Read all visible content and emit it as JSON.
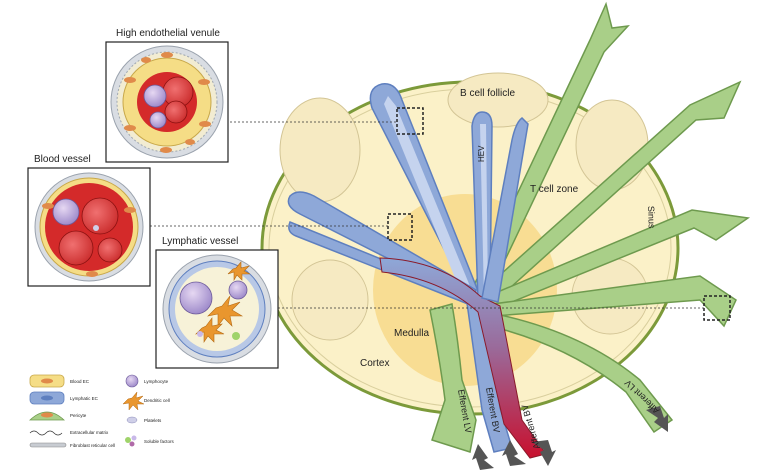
{
  "colors": {
    "node_fill": "#fbf1c8",
    "node_stroke": "#7c9a3a",
    "follicle_fill": "#f6eac2",
    "medulla_fill": "#f7d98a",
    "lymphatic": "#8ea8d8",
    "lymphatic_dark": "#5e7fbf",
    "blood": "#c8102e",
    "afferent": "#a9cf88",
    "afferent_dark": "#6e9a4e",
    "arrow": "#555555"
  },
  "labels": {
    "b_cell_follicle": "B cell follicle",
    "hev": "HEV",
    "t_cell_zone": "T cell zone",
    "sinus": "Sinus",
    "medulla": "Medulla",
    "cortex": "Cortex",
    "efferent_lv": "Efferent LV",
    "efferent_bv": "Efferent BV",
    "afferent_bv": "Afferent BV",
    "afferent_lv": "Afferent LV"
  },
  "insets": {
    "hev_title": "High endothelial venule",
    "blood_vessel_title": "Blood vessel",
    "lymphatic_vessel_title": "Lymphatic vessel"
  },
  "legend": {
    "items": [
      {
        "label": "Blood EC",
        "icon": "blood-ec-icon"
      },
      {
        "label": "Lymphatic EC",
        "icon": "lymphatic-ec-icon"
      },
      {
        "label": "Pericyte",
        "icon": "pericyte-icon"
      },
      {
        "label": "Extracellular matrix",
        "icon": "ecm-icon"
      },
      {
        "label": "Fibroblast reticular cell",
        "icon": "frc-icon"
      },
      {
        "label": "Lymphocyte",
        "icon": "lymphocyte-icon"
      },
      {
        "label": "Dendritic cell",
        "icon": "dendritic-cell-icon"
      },
      {
        "label": "Platelets",
        "icon": "platelets-icon"
      },
      {
        "label": "Soluble factors",
        "icon": "soluble-factors-icon"
      }
    ]
  }
}
